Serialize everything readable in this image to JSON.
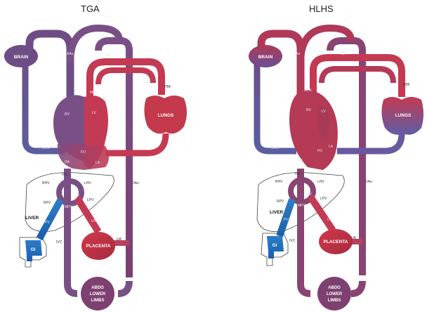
{
  "panels": [
    {
      "title": "TGA",
      "labels": {
        "brain": "BRAIN",
        "lungs": "LUNGS",
        "placenta": "PLACENTA",
        "gi": "GI",
        "abdo": [
          "ABDO",
          "LOWER",
          "LIMBS"
        ],
        "liver": "LIVER",
        "aao": "AAo",
        "da": "DA",
        "pbf": "PBF",
        "mpa": "MPA",
        "rv": "RV",
        "lv": "LV",
        "svc": "SVC",
        "fo": "FO",
        "ra": "RA",
        "la": "LA",
        "ivc_top": "IVC",
        "ivc": "IVC",
        "dao": "DAo",
        "ua": "UA",
        "uv": "UV",
        "dv": "DV",
        "lhv": "LHV",
        "rhv": "RHV",
        "rpv": "RPV",
        "lpv": "LPV",
        "mpv": "MPV",
        "pv": "PV"
      },
      "colors": {
        "brain": "#6e4c85",
        "lungs": "#c4394c",
        "placenta": "#c42a40",
        "gi": "#1f6fbb",
        "abdo": "#7e4070"
      }
    },
    {
      "title": "HLHS",
      "labels": {
        "brain": "BRAIN",
        "lungs": "LUNGS",
        "placenta": "PLACENTA",
        "gi": "GI",
        "abdo": [
          "ABDO",
          "LOWER",
          "LIMBS"
        ],
        "liver": "LIVER",
        "aao": "AAo",
        "da": "DA",
        "pbf": "PBF",
        "mpa": "MPA",
        "rv": "RV",
        "lv": "LV",
        "svc": "SVC",
        "fo": "FO",
        "ra": "RA",
        "la": "LA",
        "ivc_top": "IVC",
        "ivc": "IVC",
        "dao": "DAo",
        "ua": "UA",
        "uv": "UV",
        "dv": "DV",
        "lhv": "LHV",
        "rhv": "RHV",
        "rpv": "RPV",
        "lpv": "LPV",
        "mpv": "MPV",
        "pv": "PV"
      },
      "colors": {
        "brain": "#9a3f64",
        "lungs": "#7a4f8c",
        "placenta": "#c42a40",
        "gi": "#1f6fbb",
        "abdo": "#7e4070"
      }
    }
  ]
}
